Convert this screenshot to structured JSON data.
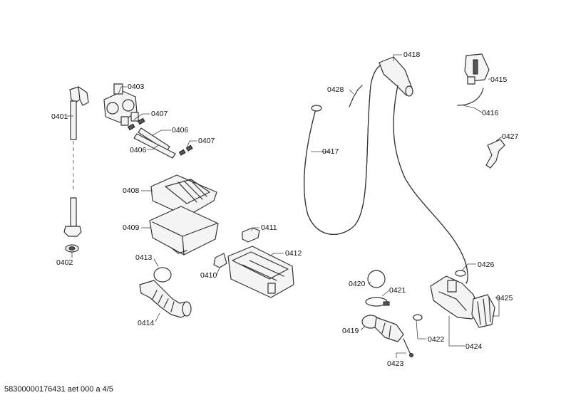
{
  "labels": {
    "p0401": "0401",
    "p0402": "0402",
    "p0403": "0403",
    "p0406a": "0406",
    "p0406b": "0406",
    "p0407a": "0407",
    "p0407b": "0407",
    "p0408": "0408",
    "p0409": "0409",
    "p0410": "0410",
    "p0411": "0411",
    "p0412": "0412",
    "p0413": "0413",
    "p0414": "0414",
    "p0415": "0415",
    "p0416": "0416",
    "p0417": "0417",
    "p0418": "0418",
    "p0419": "0419",
    "p0420": "0420",
    "p0421": "0421",
    "p0422": "0422",
    "p0423": "0423",
    "p0424": "0424",
    "p0425": "0425",
    "p0426": "0426",
    "p0427": "0427",
    "p0428": "0428"
  },
  "footer": "58300000176431 aet 000 a 4/5"
}
